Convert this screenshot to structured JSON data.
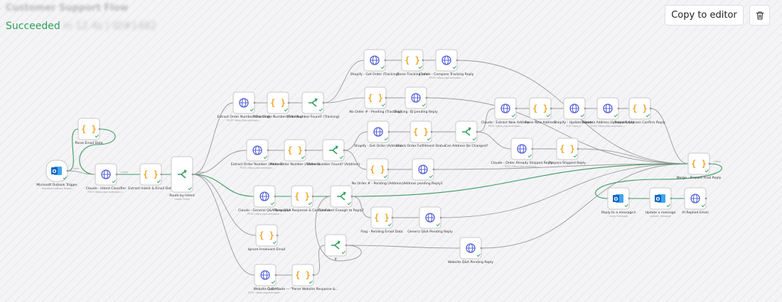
{
  "header": {
    "workflow_title": "Customer Support Flow",
    "status_label": "Succeeded",
    "status_detail": "in 12.4s | ID#1482",
    "copy_button_label": "Copy to editor",
    "delete_icon": "trash-icon"
  },
  "colors": {
    "success": "#2e9e5b",
    "function": "#f0a830",
    "branch": "#2e9e5b",
    "http": "#5561d6",
    "outlook": "#1166c4"
  },
  "nodes": [
    {
      "id": "trigger",
      "label": "Microsoft Outlook Trigger",
      "sub": "Microsoft Outlook Trigger",
      "type": "outlook"
    },
    {
      "id": "parse_email",
      "label": "Parse Email Data",
      "type": "function"
    },
    {
      "id": "classify",
      "label": "Claude - Intent Classifier",
      "sub": "POST: https://api.anthropic.c...",
      "type": "http"
    },
    {
      "id": "extract_intent",
      "label": "Extract Intent & Email Data",
      "type": "function"
    },
    {
      "id": "route",
      "label": "Route by Intent",
      "sub": "mode: Rules",
      "type": "switch"
    },
    {
      "id": "eon_tr",
      "label": "Extract Order Number (Tracking)",
      "sub": "POST: https://api.anthropic...",
      "type": "http"
    },
    {
      "id": "pon_tr",
      "label": "Parse Order Number (Tracking)",
      "type": "function"
    },
    {
      "id": "onf_tr",
      "label": "Order Number Found? (Tracking)",
      "type": "if"
    },
    {
      "id": "shop_get_tr",
      "label": "Shopify - Get Order (Tracking)",
      "type": "http"
    },
    {
      "id": "parse_tracking",
      "label": "Parse Tracking Info",
      "type": "function"
    },
    {
      "id": "claude_track_reply",
      "label": "Claude - Compose Tracking Reply",
      "sub": "POST: https://api.anthropic...",
      "type": "http"
    },
    {
      "id": "no_order_tr",
      "label": "No Order # - Pending (Tracking)",
      "type": "function"
    },
    {
      "id": "tracking_pending",
      "label": "Tracking: ID pending Reply",
      "type": "http"
    },
    {
      "id": "eon_ad",
      "label": "Extract Order Number (Address)",
      "sub": "POST: https://api.anthropic...",
      "type": "http"
    },
    {
      "id": "pon_ad",
      "label": "Parse Order Number (Address)",
      "type": "function"
    },
    {
      "id": "onf_ad",
      "label": "Order Number Found? (Address)",
      "type": "if"
    },
    {
      "id": "shop_get_ad",
      "label": "Shopify - Get Order (Address)",
      "type": "http"
    },
    {
      "id": "check_fulfill",
      "label": "Check Order Fulfillment Status",
      "type": "function"
    },
    {
      "id": "can_change",
      "label": "Can Address Be Changed?",
      "type": "if"
    },
    {
      "id": "no_order_ad",
      "label": "No Order # - Pending (Address)",
      "type": "function"
    },
    {
      "id": "addr_pending",
      "label": "Address pending Reply1",
      "type": "http"
    },
    {
      "id": "claude_extract_addr",
      "label": "Claude - Extract New Address",
      "sub": "POST: https://api.anthropic...",
      "type": "http"
    },
    {
      "id": "parse_new_addr",
      "label": "Parse New Address",
      "type": "function"
    },
    {
      "id": "shop_update",
      "label": "Shopify - Update Address",
      "sub": "PUT: https://...",
      "type": "http"
    },
    {
      "id": "claude_addr_updated",
      "label": "Claude - Address Updated Reply",
      "sub": "POST: https://api.anthropic...",
      "type": "http"
    },
    {
      "id": "prep_addr_confirm",
      "label": "Prepare Address Confirm Reply",
      "type": "function"
    },
    {
      "id": "claude_shipped",
      "label": "Claude - Order Already Shipped Reply",
      "sub": "POST: https://api.anthropic...",
      "type": "http"
    },
    {
      "id": "prep_shipped",
      "label": "Prepare Shipped Reply",
      "type": "function"
    },
    {
      "id": "merge",
      "label": "Merge - Prepare Final Reply",
      "type": "function"
    },
    {
      "id": "reply_msg",
      "label": "Reply to a message3",
      "sub": "reply: message",
      "type": "outlook"
    },
    {
      "id": "update_msg",
      "label": "Update a message",
      "sub": "update: message",
      "type": "outlook"
    },
    {
      "id": "ai_replied",
      "label": "AI Replied Email",
      "type": "http"
    },
    {
      "id": "claude_qa",
      "label": "Claude - General Q&A Response",
      "sub": "POST: https://api.anthropic...",
      "type": "http"
    },
    {
      "id": "parse_qa",
      "label": "Parse Q&A Response & Confidence",
      "type": "function"
    },
    {
      "id": "confident",
      "label": "Confident Enough to Reply?",
      "type": "if"
    },
    {
      "id": "flag_pending",
      "label": "Flag - Pending Email Data",
      "type": "function"
    },
    {
      "id": "generic_qa_pending",
      "label": "Generic Q&A Pending Reply",
      "type": "http"
    },
    {
      "id": "ignore_email",
      "label": "Ignore Irrelevant Email",
      "type": "function"
    },
    {
      "id": "if_node",
      "label": "If",
      "type": "if"
    },
    {
      "id": "website_qa_pending",
      "label": "Website Q&A Pending Reply",
      "type": "http"
    },
    {
      "id": "website_qa",
      "label": "Website Q & A",
      "sub": "POST: https://api.anthropic...",
      "type": "http"
    },
    {
      "id": "code_node",
      "label": "Code Node — \"Parse Website Response &...",
      "type": "function"
    }
  ],
  "edge_labels": {
    "trigger_out": "1 item",
    "classify_out": "1 item",
    "route_out": "1 item",
    "merge_out": "1 item"
  }
}
